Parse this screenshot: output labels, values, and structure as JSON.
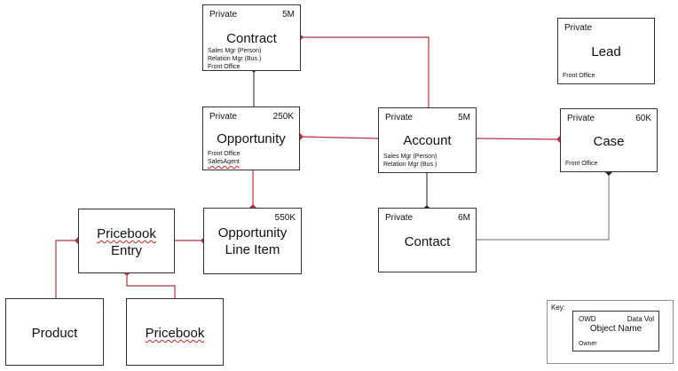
{
  "objects": {
    "contract": {
      "owd": "Private",
      "volume": "5M",
      "name": "Contract",
      "notes": [
        "Sales Mgr (Person)",
        "Relation Mgr (Bus.)",
        "Front Office"
      ]
    },
    "lead": {
      "owd": "Private",
      "name": "Lead",
      "notes": [
        "Front Office"
      ]
    },
    "opportunity": {
      "owd": "Private",
      "volume": "250K",
      "name": "Opportunity",
      "notes": [
        "Front Office",
        "SalesAgent"
      ]
    },
    "account": {
      "owd": "Private",
      "volume": "5M",
      "name": "Account",
      "notes": [
        "Sales Mgr (Person)",
        "Relation Mgr (Bus.)"
      ]
    },
    "case": {
      "owd": "Private",
      "volume": "60K",
      "name": "Case",
      "notes": [
        "Front Office"
      ]
    },
    "pricebook_entry": {
      "name_line1": "Pricebook",
      "name_line2": "Entry"
    },
    "opportunity_line_item": {
      "volume": "550K",
      "name_line1": "Opportunity",
      "name_line2": "Line Item"
    },
    "contact": {
      "owd": "Private",
      "volume": "6M",
      "name": "Contact"
    },
    "product": {
      "name": "Product"
    },
    "pricebook": {
      "name": "Pricebook"
    }
  },
  "key": {
    "label": "Key:",
    "owd": "OWD",
    "volume": "Data Vol",
    "name": "Object Name",
    "owner": "Owner"
  },
  "colors": {
    "master_detail_line": "#b3313f",
    "lookup_line": "#444444",
    "border": "#333333",
    "key_border": "#8a93a6"
  }
}
